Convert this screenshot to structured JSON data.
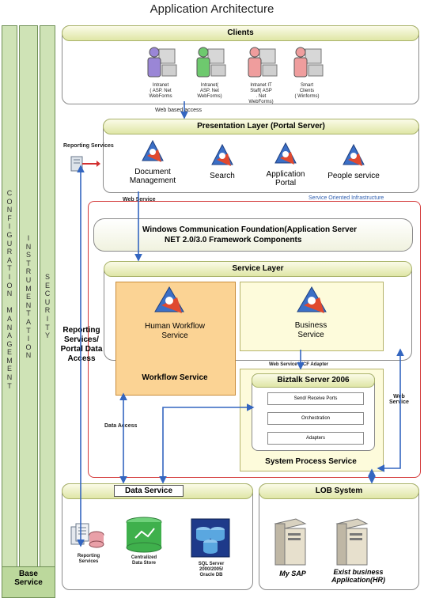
{
  "title": "Application Architecture",
  "base_service": {
    "config_mgmt_letters": [
      "C",
      "O",
      "N",
      "F",
      "I",
      "G",
      "U",
      "R",
      "A",
      "T",
      "I",
      "O",
      "N",
      "",
      "M",
      "A",
      "N",
      "A",
      "G",
      "E",
      "M",
      "E",
      "N",
      "T"
    ],
    "instrumentation_letters": [
      "I",
      "N",
      "S",
      "T",
      "R",
      "U",
      "M",
      "E",
      "N",
      "T",
      "A",
      "T",
      "I",
      "O",
      "N"
    ],
    "security_letters": [
      "S",
      "E",
      "C",
      "U",
      "R",
      "I",
      "T",
      "Y"
    ],
    "label_line1": "Base",
    "label_line2": "Service"
  },
  "clients": {
    "title": "Clients",
    "items": [
      {
        "line1": "Intranet",
        "line2": "( ASP. Net",
        "line3": "WebForms",
        "color": "#9a86d6"
      },
      {
        "line1": "Intranet(",
        "line2": "ASP. Net",
        "line3": "WebForms)",
        "color": "#6ec96e"
      },
      {
        "line1": "Intranet IT",
        "line2": "Staff( ASP",
        "line3": ". Net",
        "line4": "WebForms)",
        "color": "#ef9d9d"
      },
      {
        "line1": "Smart",
        "line2": "Clients",
        "line3": "( Winforms)",
        "color": "#ef9d9d"
      }
    ]
  },
  "labels": {
    "web_based_access": "Web based access",
    "reporting_services": "Reporting Services",
    "web_service": "Web Service",
    "soi": "Service Oriented Infrastructure",
    "reporting_access_1": "Reporting",
    "reporting_access_2": "Services/",
    "reporting_access_3": "Portal Data",
    "reporting_access_4": "Access",
    "data_access": "Data Access",
    "wcf_adapter": "Web Service WCF Adapter",
    "web_service_right_1": "Web",
    "web_service_right_2": "Service"
  },
  "presentation": {
    "title": "Presentation Layer (Portal Server)",
    "items": [
      {
        "line1": "Document",
        "line2": "Management"
      },
      {
        "line1": "Search",
        "line2": ""
      },
      {
        "line1": "Application",
        "line2": "Portal"
      },
      {
        "line1": "People service",
        "line2": ""
      }
    ]
  },
  "wcf": {
    "line1": "Windows Communication Foundation(Application Server",
    "line2": "NET 2.0/3.0 Framework Components"
  },
  "service_layer": {
    "title": "Service Layer",
    "human_workflow_1": "Human Workflow",
    "human_workflow_2": "Service",
    "workflow_service": "Workflow Service",
    "business_1": "Business",
    "business_2": "Service"
  },
  "biztalk": {
    "title": "Biztalk Server 2006",
    "items": [
      "Send/ Receive Ports",
      "Orchestration",
      "Adapters"
    ],
    "system_process": "System Process Service"
  },
  "data_service": {
    "title": "Data Service",
    "reporting_1": "Reporting",
    "reporting_2": "Services",
    "central_1": "Centralized",
    "central_2": "Data Store",
    "sql_1": "SQL Server",
    "sql_2": "2000/2005/",
    "sql_3": "Oracle DB"
  },
  "lob": {
    "title": "LOB System",
    "sap": "My SAP",
    "exist_1": "Exist business",
    "exist_2": "Application(HR)"
  }
}
